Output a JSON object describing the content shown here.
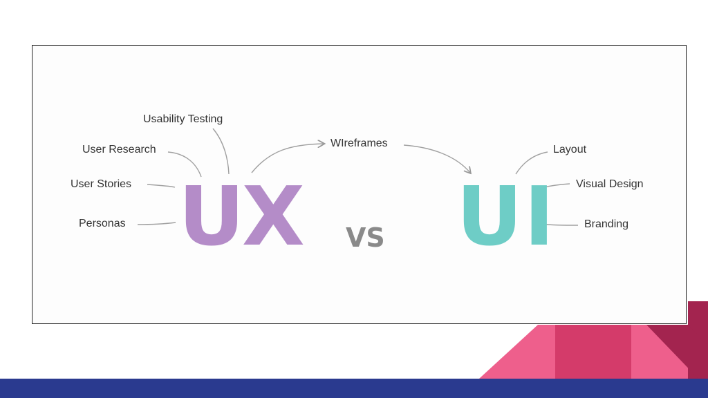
{
  "diagram": {
    "ux": {
      "text": "UX",
      "labels": [
        "Usability Testing",
        "User Research",
        "User Stories",
        "Personas"
      ]
    },
    "connector": {
      "text": "WIreframes"
    },
    "vs": {
      "text": "VS"
    },
    "ui": {
      "text": "UI",
      "labels": [
        "Layout",
        "Visual Design",
        "Branding"
      ]
    }
  },
  "colors": {
    "ux": "#b48cc8",
    "ui": "#6ecdc6",
    "vs": "#8a8a8a",
    "line": "#a0a0a0",
    "pink_light": "#ee5f8c",
    "pink_mid": "#d43b6a",
    "crimson": "#a3244f",
    "bottom_bar": "#2a3a8f"
  }
}
